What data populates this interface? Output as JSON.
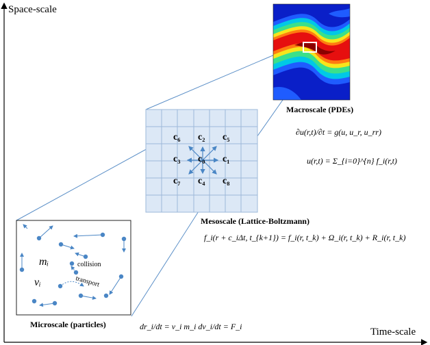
{
  "axes": {
    "y_label": "Space-scale",
    "x_label": "Time-scale"
  },
  "macroscale": {
    "caption": "Macroscale (PDEs)",
    "eq1": "∂u(r,t)/∂t = g(u, u_r, u_rr)",
    "eq2": "u(r,t) = Σ_{i=0}^{n} f_i(r,t)"
  },
  "mesoscale": {
    "caption": "Mesoscale (Lattice-Boltzmann)",
    "eq": "f_i(r + c_iΔt, t_{k+1}) = f_i(r, t_k) + Ω_i(r, t_k) + R_i(r, t_k)",
    "directions": [
      "c₆",
      "c₂",
      "c₅",
      "c₃",
      "c₀",
      "c₁",
      "c₇",
      "c₄",
      "c₈"
    ]
  },
  "microscale": {
    "caption": "Microscale (particles)",
    "mass_label": "mᵢ",
    "velocity_label": "vᵢ",
    "collision_label": "collision",
    "transport_label": "transport",
    "eq": "dr_i/dt = v_i     m_i dv_i/dt = F_i"
  },
  "colors": {
    "grid_fill": "#dce8f6",
    "grid_line": "#9db8d9",
    "connector": "#5b8fc7",
    "particle": "#4a86c5"
  }
}
